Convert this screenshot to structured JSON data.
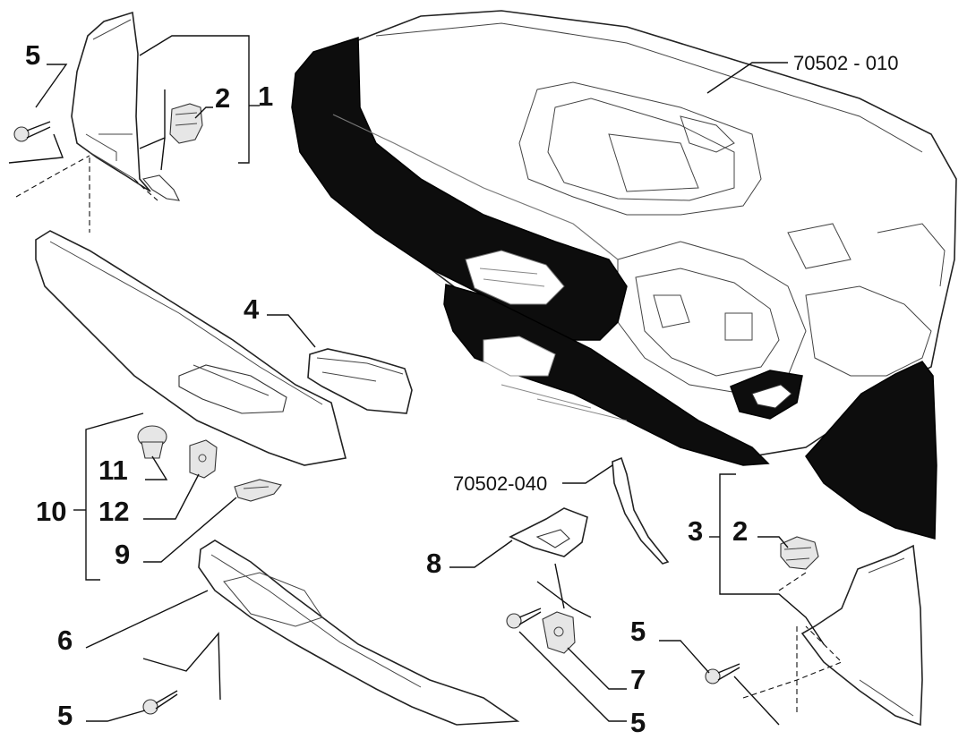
{
  "diagram": {
    "refs": {
      "dashboard": "70502 - 010",
      "trim_strip": "70502-040"
    },
    "labels": {
      "p1": "1",
      "p2_left": "2",
      "p2_right": "2",
      "p3": "3",
      "p4": "4",
      "p5_top_left": "5",
      "p5_bottom_left": "5",
      "p5_mid_right": "5",
      "p5_bottom_right": "5",
      "p6": "6",
      "p7": "7",
      "p8": "8",
      "p9": "9",
      "p10": "10",
      "p11": "11",
      "p12": "12"
    }
  }
}
